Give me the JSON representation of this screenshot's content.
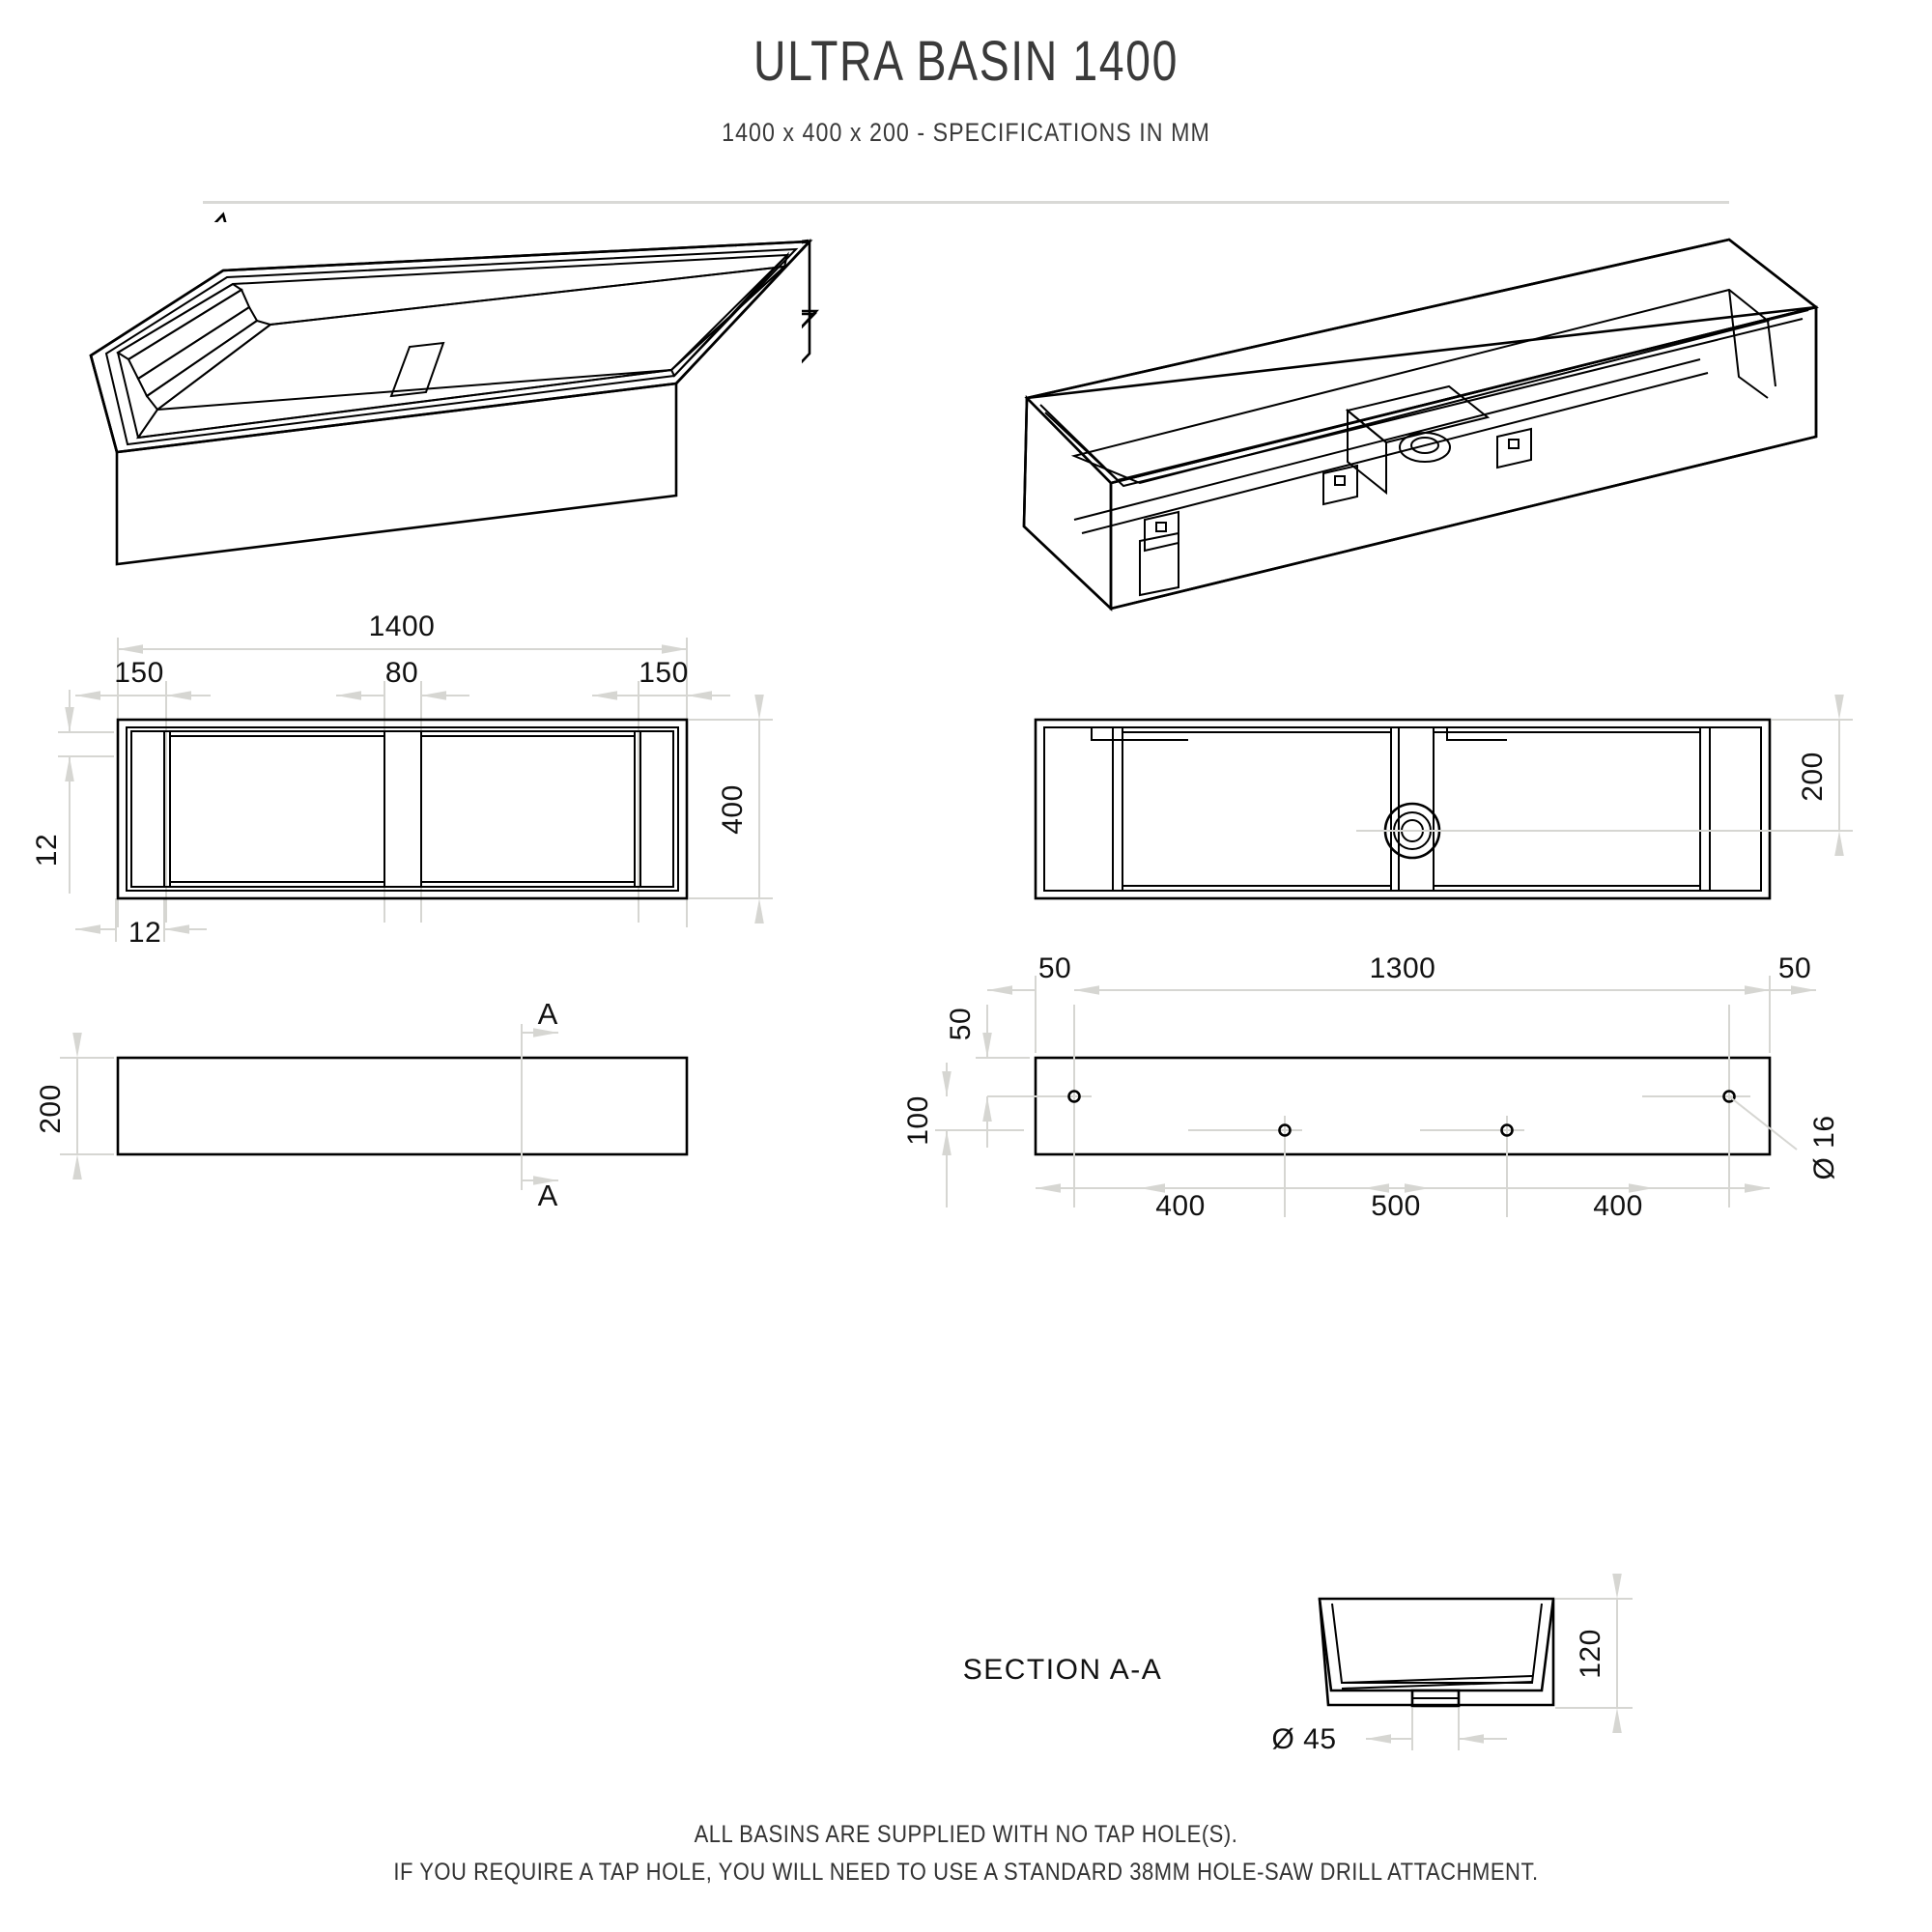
{
  "header": {
    "title": "ULTRA BASIN 1400",
    "subtitle": "1400 x 400 x 200  -  SPECIFICATIONS IN MM"
  },
  "footer": {
    "line1": "ALL BASINS ARE SUPPLIED WITH NO TAP HOLE(S).",
    "line2": "IF YOU REQUIRE A TAP HOLE, YOU WILL NEED TO USE A STANDARD 38MM HOLE-SAW DRILL ATTACHMENT."
  },
  "views": {
    "iso_top_left": {
      "name": "isometric-view-top"
    },
    "iso_top_right": {
      "name": "isometric-view-underside"
    },
    "plan": {
      "name": "plan-view"
    },
    "rear": {
      "name": "underside-plan-view"
    },
    "front_elevation": {
      "name": "front-elevation-view"
    },
    "rear_elevation": {
      "name": "rear-elevation-view"
    },
    "section": {
      "name": "section-view"
    }
  },
  "dimensions": {
    "plan_overall_length": "1400",
    "plan_left_offset": "150",
    "plan_centre_gap": "80",
    "plan_right_offset": "150",
    "plan_width": "400",
    "plan_wall_v": "12",
    "plan_wall_h": "12",
    "rear_height": "200",
    "front_height": "200",
    "holes_edge_left": "50",
    "holes_span": "1300",
    "holes_edge_right": "50",
    "holes_top_offset": "50",
    "holes_vertical": "100",
    "holes_gap_1": "400",
    "holes_gap_2": "500",
    "holes_gap_3": "400",
    "hole_diameter": "Ø 16",
    "section_depth": "120",
    "waste_diameter": "Ø 45"
  },
  "labels": {
    "section_cut_top": "A",
    "section_cut_bottom": "A",
    "section_title": "SECTION A-A"
  }
}
